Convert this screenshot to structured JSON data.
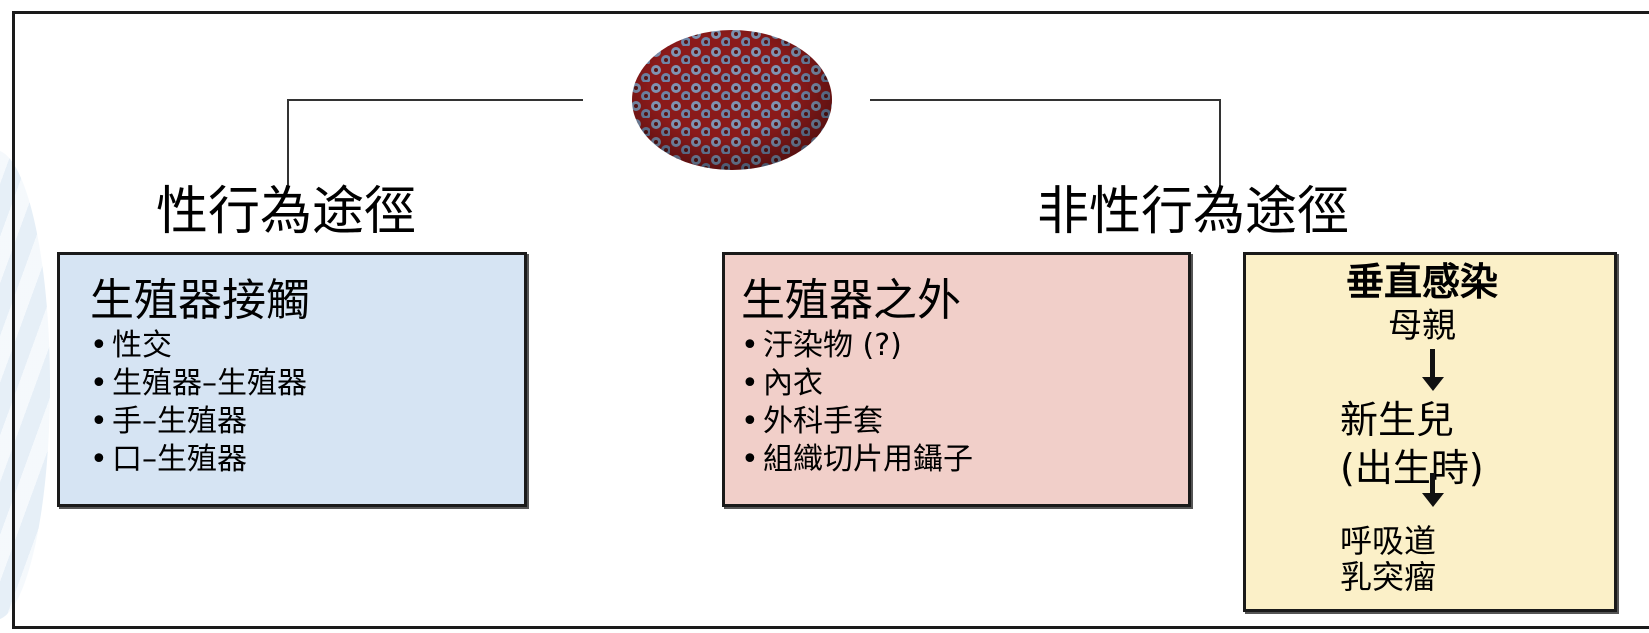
{
  "colors": {
    "sexual_box": "#d6e4f3",
    "nonsexual_box": "#f1cfc9",
    "vertical_box": "#fbf0c8",
    "virus_dark": "#8b1a1a",
    "virus_light": "#7f93b2"
  },
  "virus_icon": "hpv-virus-icon",
  "sexual_route": {
    "heading": "性行為途徑",
    "box_title": "生殖器接觸",
    "items": [
      "性交",
      "生殖器–生殖器",
      "手–生殖器",
      "口–生殖器"
    ]
  },
  "nonsexual_route": {
    "heading": "非性行為途徑",
    "box_title": "生殖器之外",
    "items": [
      "汙染物 (?)",
      "內衣",
      "外科手套",
      "組織切片用鑷子"
    ]
  },
  "vertical_infection": {
    "title": "垂直感染",
    "step1": "母親",
    "step2_line1": "新生兒",
    "step2_line2": "(出生時)",
    "step3_line1": "呼吸道",
    "step3_line2": "乳突瘤"
  },
  "bullet": "•"
}
